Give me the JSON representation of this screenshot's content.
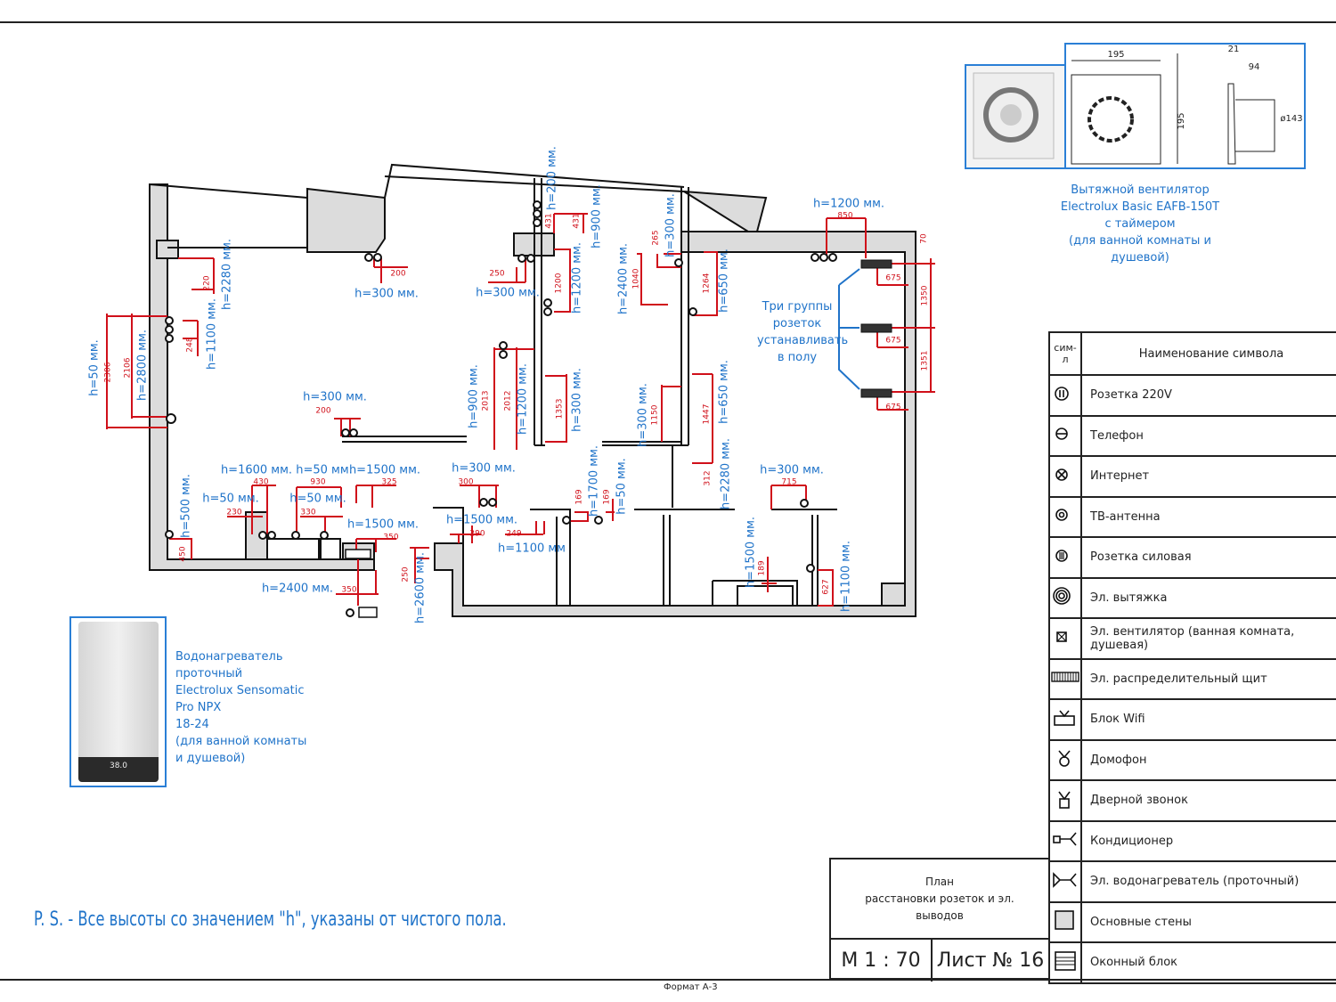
{
  "footer": {
    "format": "Формат А-3",
    "ps_note": "P. S. - Все высоты со значением \"h\", указаны от чистого пола."
  },
  "colors": {
    "dimension": "#d0101a",
    "height_label": "#1f73c9",
    "wall_fill": "#dcdcdc",
    "frame": "#2a7fd6"
  },
  "floor_note": [
    "Три группы",
    "розеток",
    "устанавливать",
    "в полу"
  ],
  "fan": {
    "caption": [
      "Вытяжной вентилятор",
      "Electrolux Basic EAFB-150T",
      "с таймером",
      "(для ванной комнаты и душевой)"
    ],
    "dims": [
      "195",
      "195",
      "21",
      "94",
      "ø143"
    ]
  },
  "heater": {
    "caption": [
      "Водонагреватель",
      "проточный",
      "Electrolux Sensomatic",
      "Pro NPX",
      "18-24",
      "(для ванной комнаты",
      "и душевой)"
    ],
    "display": "38.0"
  },
  "legend": {
    "header": {
      "symbol": "сим-л",
      "name": "Наименование символа"
    },
    "items": [
      {
        "icon": "socket-220v-icon",
        "label": "Розетка 220V"
      },
      {
        "icon": "phone-socket-icon",
        "label": "Телефон"
      },
      {
        "icon": "internet-socket-icon",
        "label": "Интернет"
      },
      {
        "icon": "tv-antenna-icon",
        "label": "ТВ-антенна"
      },
      {
        "icon": "power-socket-icon",
        "label": "Розетка силовая"
      },
      {
        "icon": "hood-icon",
        "label": "Эл. вытяжка"
      },
      {
        "icon": "fan-icon",
        "label": "Эл. вентилятор (ванная комната, душевая)"
      },
      {
        "icon": "distribution-board-icon",
        "label": "Эл. распределительный щит"
      },
      {
        "icon": "wifi-block-icon",
        "label": "Блок Wifi"
      },
      {
        "icon": "intercom-icon",
        "label": "Домофон"
      },
      {
        "icon": "doorbell-icon",
        "label": "Дверной звонок"
      },
      {
        "icon": "air-conditioner-icon",
        "label": "Кондиционер"
      },
      {
        "icon": "water-heater-icon",
        "label": "Эл. водонагреватель (проточный)"
      },
      {
        "icon": "main-wall-icon",
        "label": "Основные стены"
      },
      {
        "icon": "window-block-icon",
        "label": "Оконный блок"
      }
    ]
  },
  "title_block": {
    "title": [
      "План",
      "расстановки розеток и эл.",
      "выводов"
    ],
    "scale": "М 1 : 70",
    "sheet": "Лист № 16"
  },
  "heights": [
    "h=2280 мм.",
    "h=1100 мм.",
    "h=2800 мм.",
    "h=50 мм.",
    "h=300 мм.",
    "h=300 мм.",
    "h=300 мм.",
    "h=200 мм.",
    "h=900 мм.",
    "h=1200 мм.",
    "h=2400 мм.",
    "h=300 мм.",
    "h=650 мм.",
    "h=1200 мм.",
    "h=900 мм.",
    "h=1200 мм.",
    "h=300 мм.",
    "h=300 мм.",
    "h=650 мм.",
    "h=2280 мм.",
    "h=1600 мм.",
    "h=50 мм.",
    "h=1500 мм.",
    "h=50 мм.",
    "h=50 мм.",
    "h=500 мм.",
    "h=1500 мм.",
    "h=2400 мм.",
    "h=300 мм.",
    "h=1500 мм.",
    "h=1100 мм",
    "h=2600 мм.",
    "h=1700 мм.",
    "h=50 мм.",
    "h=300 мм.",
    "h=1500 мм.",
    "h=1100 мм."
  ],
  "dimensions": [
    "220",
    "248",
    "2306",
    "2106",
    "200",
    "250",
    "200",
    "431",
    "431",
    "1200",
    "1040",
    "265",
    "1264",
    "850",
    "70",
    "675",
    "1350",
    "675",
    "1351",
    "675",
    "2013",
    "2012",
    "1353",
    "1150",
    "1447",
    "312",
    "430",
    "930",
    "325",
    "230",
    "330",
    "350",
    "450",
    "350",
    "300",
    "290",
    "249",
    "250",
    "169",
    "169",
    "715",
    "189",
    "627"
  ]
}
